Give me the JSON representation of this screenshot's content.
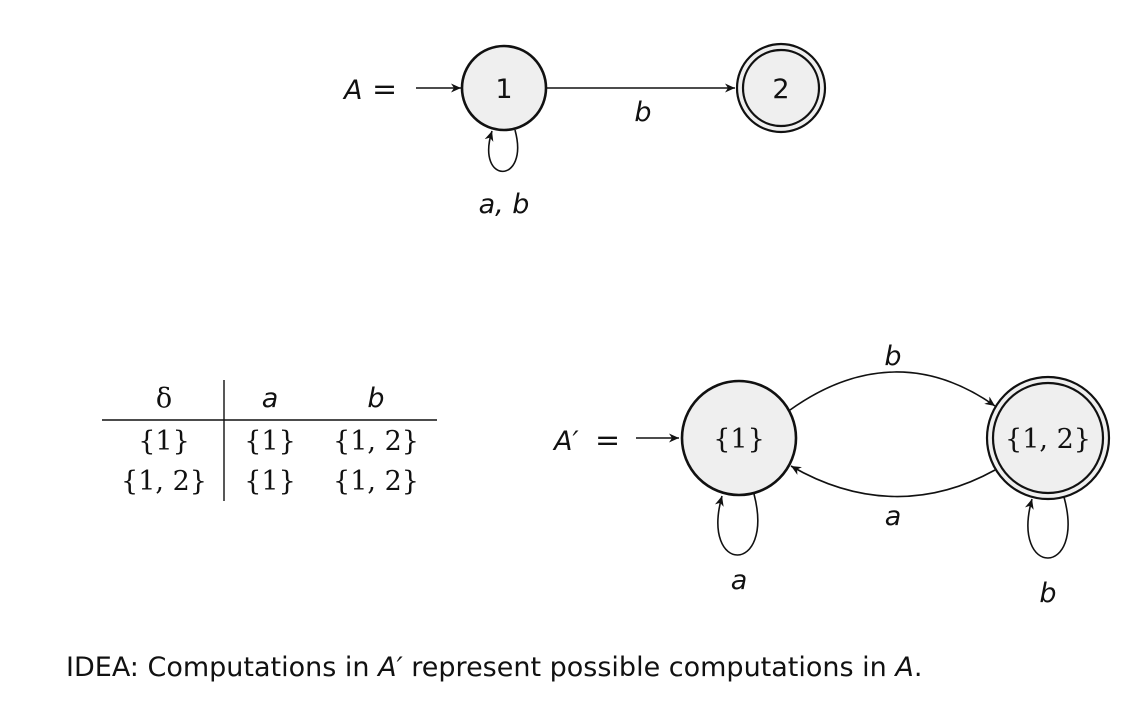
{
  "automaton_a": {
    "name": "A",
    "eq": "=",
    "states": [
      {
        "id": "1",
        "label": "1",
        "accepting": false,
        "initial": true
      },
      {
        "id": "2",
        "label": "2",
        "accepting": true,
        "initial": false
      }
    ],
    "transitions": [
      {
        "from": "1",
        "to": "1",
        "label": "a, b"
      },
      {
        "from": "1",
        "to": "2",
        "label": "b"
      }
    ]
  },
  "automaton_a_prime": {
    "name": "A′",
    "eq": "=",
    "states": [
      {
        "id": "s1",
        "label": "{1}",
        "accepting": false,
        "initial": true
      },
      {
        "id": "s12",
        "label": "{1, 2}",
        "accepting": true,
        "initial": false
      }
    ],
    "transitions": [
      {
        "from": "s1",
        "to": "s12",
        "label": "b"
      },
      {
        "from": "s12",
        "to": "s1",
        "label": "a"
      },
      {
        "from": "s1",
        "to": "s1",
        "label": "a"
      },
      {
        "from": "s12",
        "to": "s12",
        "label": "b"
      }
    ]
  },
  "transition_table": {
    "headers": [
      "δ",
      "a",
      "b"
    ],
    "rows": [
      [
        "{1}",
        "{1}",
        "{1, 2}"
      ],
      [
        "{1, 2}",
        "{1}",
        "{1, 2}"
      ]
    ]
  },
  "caption": {
    "prefix": "IDEA: Computations in ",
    "a_prime": "A′",
    "middle": " represent possible computations in ",
    "a": "A",
    "suffix": "."
  },
  "colors": {
    "state_fill": "#efefef",
    "stroke": "#111111"
  }
}
